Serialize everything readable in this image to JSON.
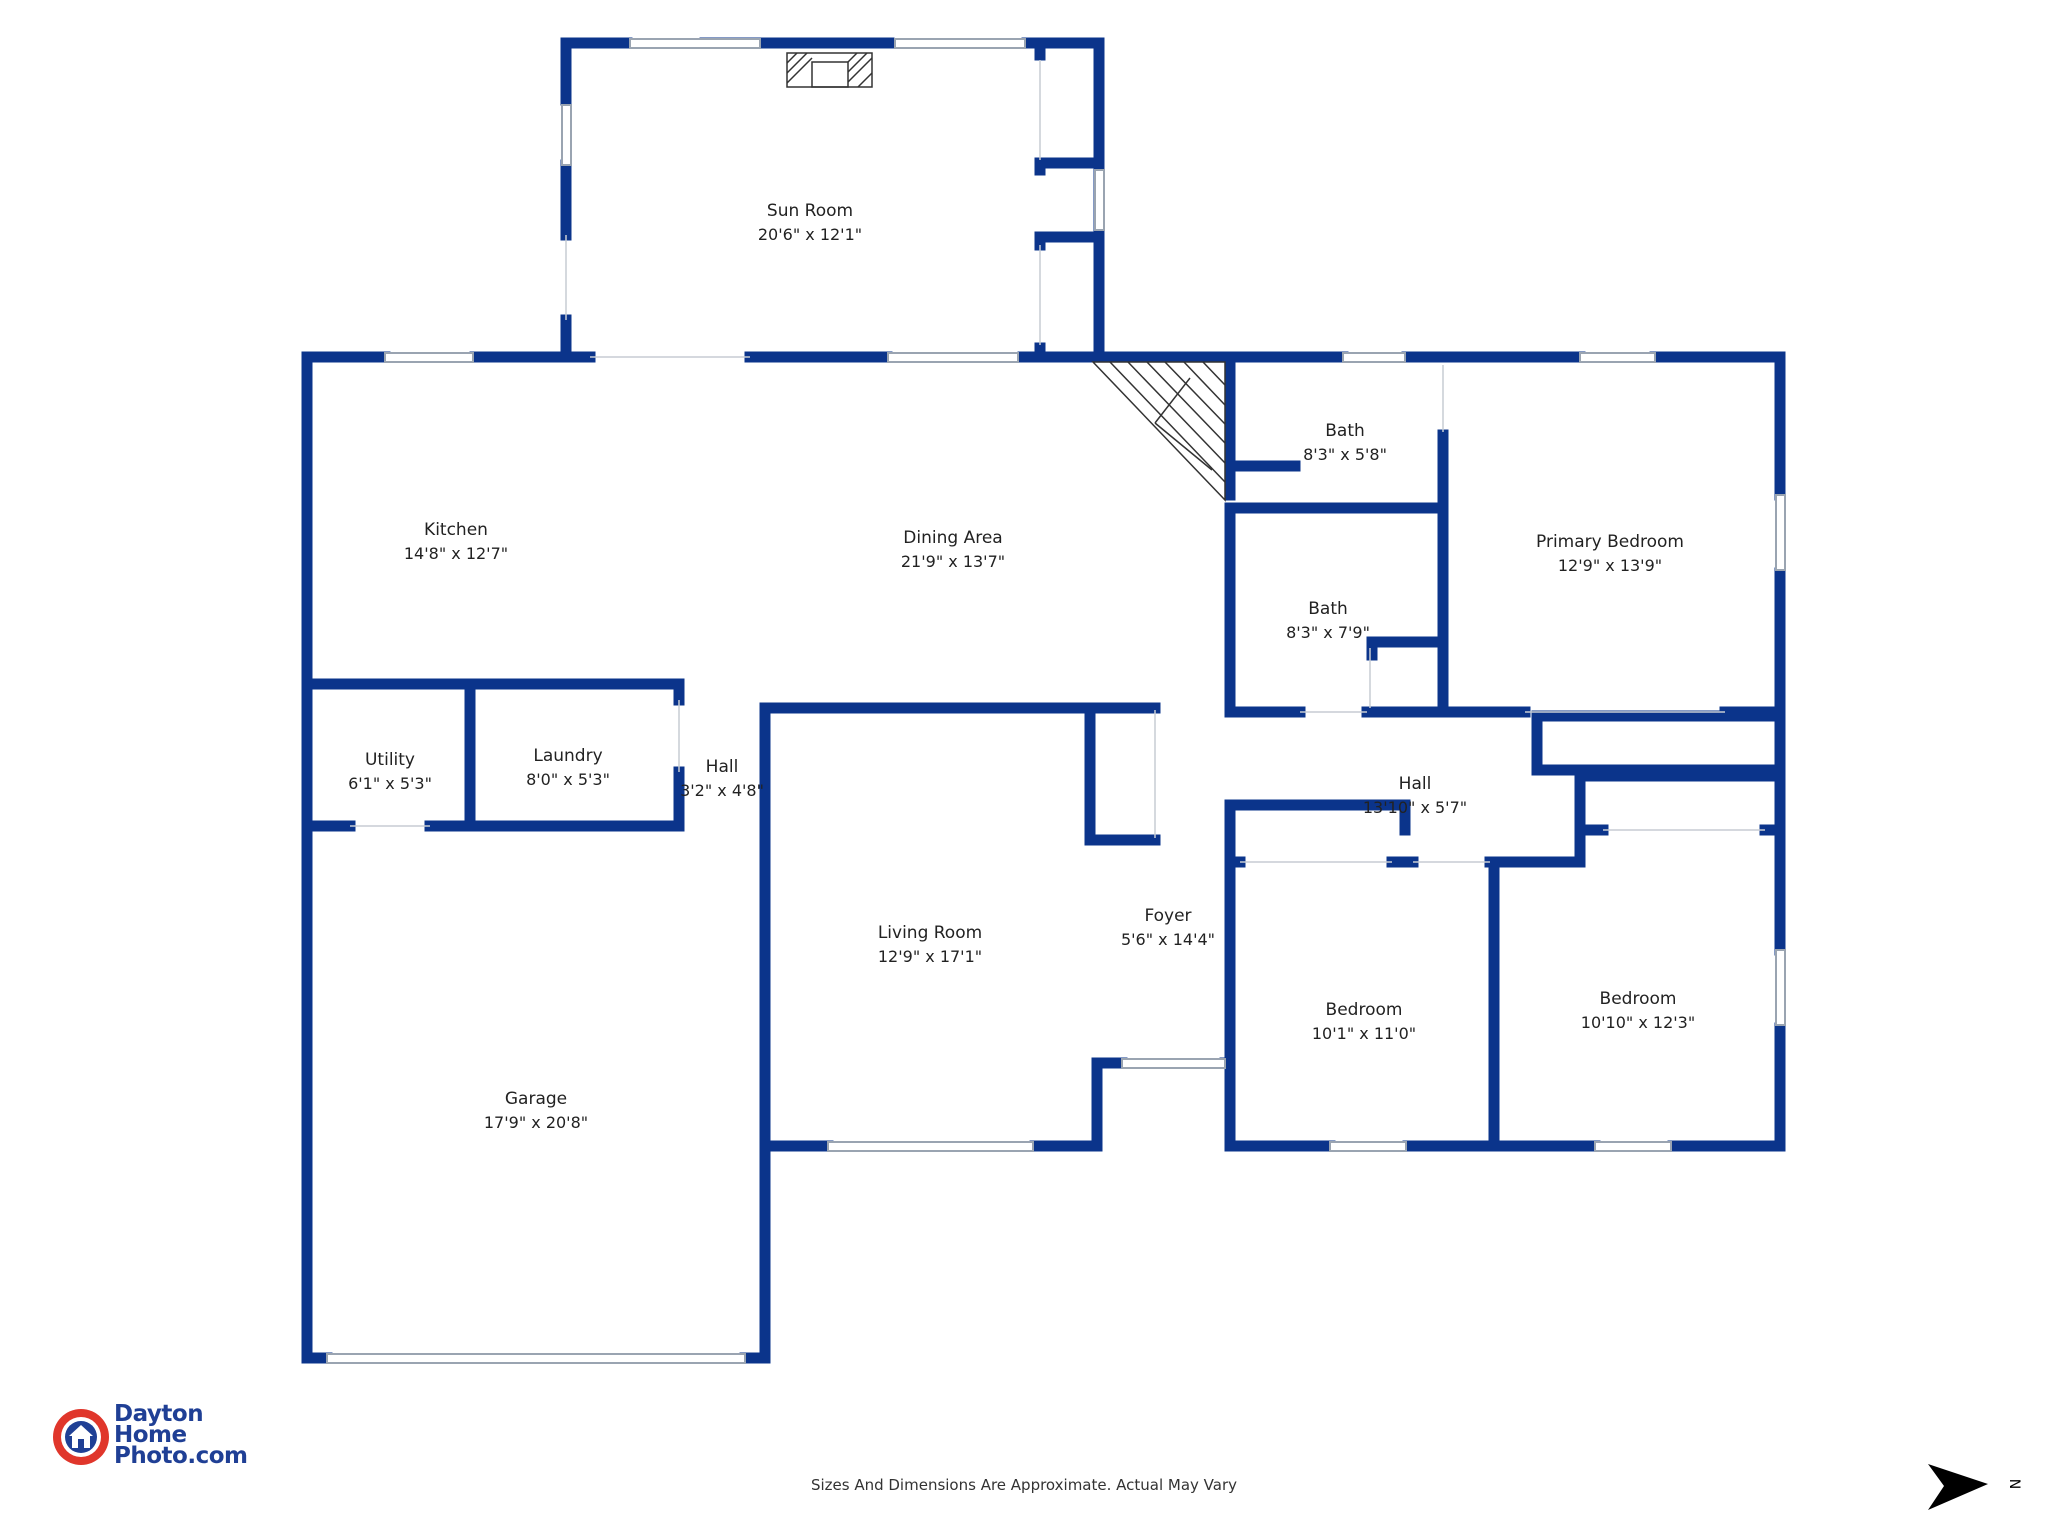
{
  "colors": {
    "wall": "#0b348b",
    "background": "#ffffff",
    "window": "#9aa4b1",
    "text": "#222222",
    "logo_blue": "#1f3f95",
    "logo_red": "#e0362b"
  },
  "rooms": {
    "sun_room": {
      "name": "Sun Room",
      "dim": "20'6\" x 12'1\""
    },
    "kitchen": {
      "name": "Kitchen",
      "dim": "14'8\" x 12'7\""
    },
    "dining": {
      "name": "Dining Area",
      "dim": "21'9\" x 13'7\""
    },
    "bath1": {
      "name": "Bath",
      "dim": "8'3\" x 5'8\""
    },
    "bath2": {
      "name": "Bath",
      "dim": "8'3\" x 7'9\""
    },
    "primary": {
      "name": "Primary Bedroom",
      "dim": "12'9\" x 13'9\""
    },
    "utility": {
      "name": "Utility",
      "dim": "6'1\" x 5'3\""
    },
    "laundry": {
      "name": "Laundry",
      "dim": "8'0\" x 5'3\""
    },
    "hall_small": {
      "name": "Hall",
      "dim": "3'2\" x 4'8\""
    },
    "hall_main": {
      "name": "Hall",
      "dim": "13'10\" x 5'7\""
    },
    "living": {
      "name": "Living Room",
      "dim": "12'9\" x 17'1\""
    },
    "foyer": {
      "name": "Foyer",
      "dim": "5'6\" x 14'4\""
    },
    "bedroom1": {
      "name": "Bedroom",
      "dim": "10'1\" x 11'0\""
    },
    "bedroom2": {
      "name": "Bedroom",
      "dim": "10'10\" x 12'3\""
    },
    "garage": {
      "name": "Garage",
      "dim": "17'9\" x 20'8\""
    }
  },
  "footer": {
    "note": "Sizes And Dimensions Are Approximate. Actual May Vary"
  },
  "logo": {
    "line1": "Dayton",
    "line2": "Home",
    "line3": "Photo.com"
  },
  "compass": {
    "label": "N",
    "icon": "north-arrow-icon"
  }
}
